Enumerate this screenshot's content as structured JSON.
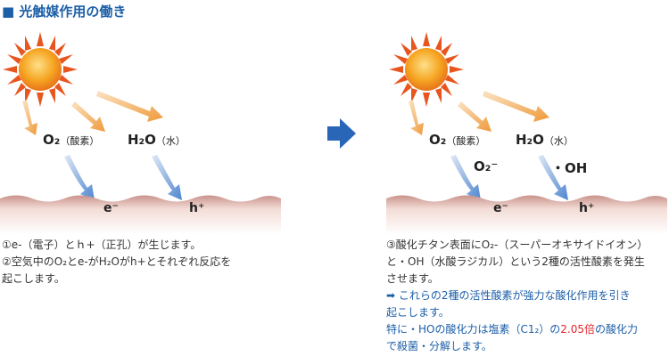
{
  "title": "■ 光触媒作用の働き",
  "left_panel": {
    "o2_main": "O₂",
    "o2_note": "（酸素）",
    "h2o_main": "H₂O",
    "h2o_note": "（水）",
    "electron": "e⁻",
    "hole": "h⁺",
    "caption_lines": [
      "①e-（電子）とｈ+（正孔）が生じます。",
      "②空気中のO₂とe-がH₂Oがh+とそれぞれ反応を",
      "起こします。"
    ]
  },
  "right_panel": {
    "o2_main": "O₂",
    "o2_note": "（酸素）",
    "h2o_main": "H₂O",
    "h2o_note": "（水）",
    "superoxide": "O₂⁻",
    "hydroxyl": "・OH",
    "electron": "e⁻",
    "hole": "h⁺",
    "caption_lines": [
      "③酸化チタン表面にO₂-（スーパーオキサイドイオン）",
      "と・OH（水酸ラジカル）という2種の活性酸素を発生",
      "させます。"
    ],
    "emphasis_lines": [
      "➡ これらの2種の活性酸素が強力な酸化作用を引き",
      "起こします。"
    ],
    "last_line_before": "特に・HOの酸化力は塩素（C1₂）の",
    "last_line_highlight": "2.05倍",
    "last_line_after": "の酸化力",
    "final_line": "で殺菌・分解します。"
  },
  "colors": {
    "title": "#1c5fa8",
    "sun_core": "#f29a1f",
    "sun_rays": "#e8561f",
    "orange_arrow": "#f0a24a",
    "blue_arrow": "#5a8ed0",
    "surface": "#c58b84",
    "highlight": "#e8232a"
  },
  "icons": [
    "sun-icon",
    "right-arrow-icon"
  ]
}
